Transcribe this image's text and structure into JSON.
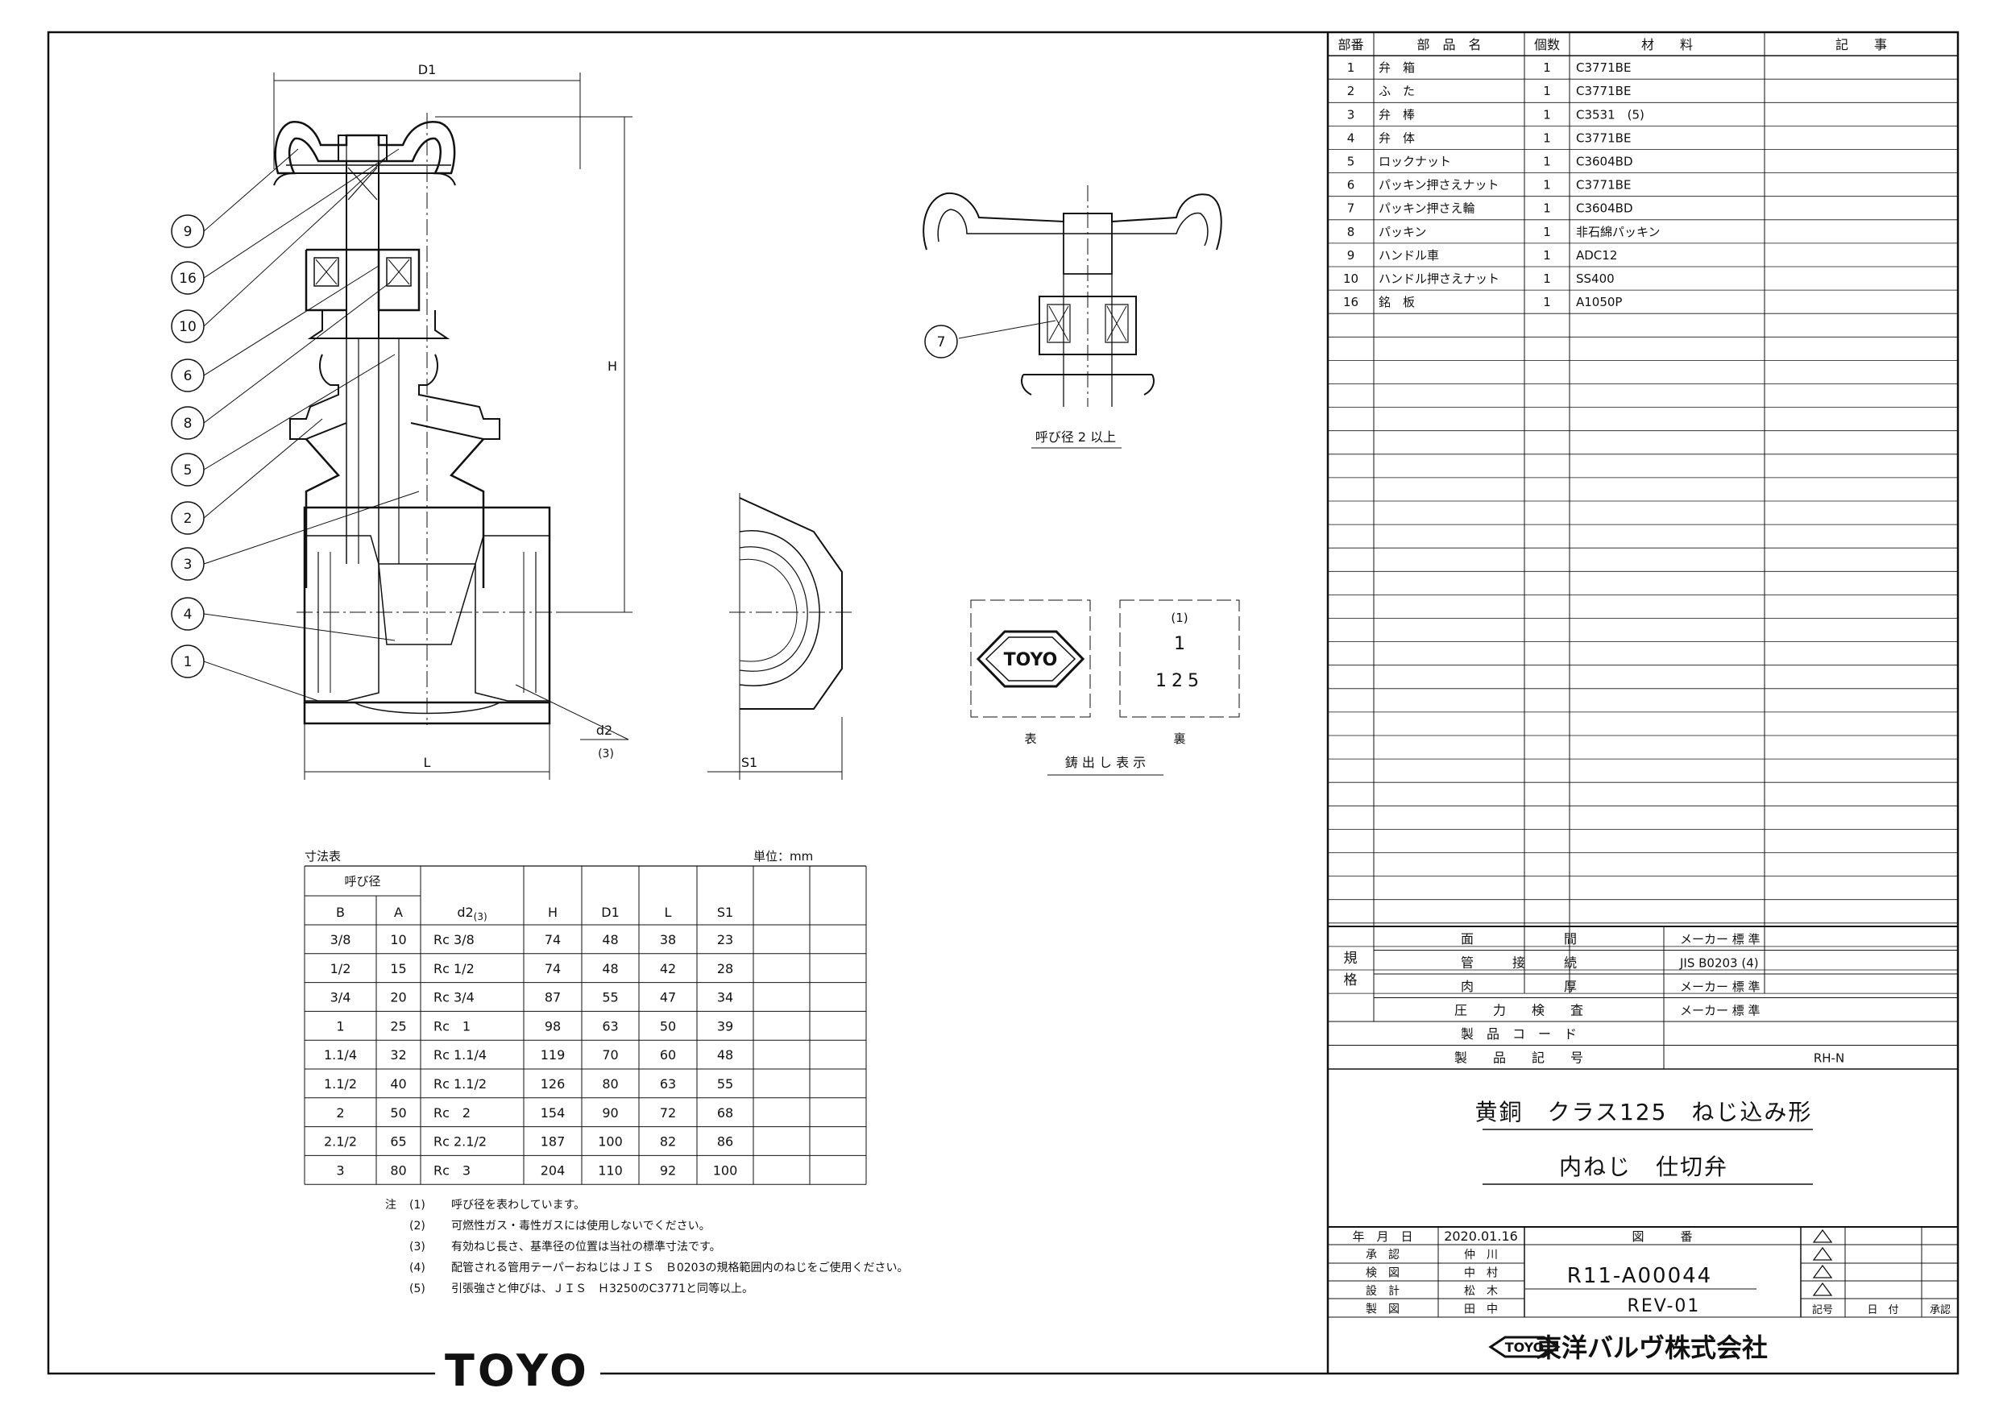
{
  "parts_table": {
    "headers": [
      "部番",
      "部　品　名",
      "個数",
      "材　　料",
      "記　　事"
    ],
    "rows": [
      {
        "no": "1",
        "name": "弁　箱",
        "qty": "1",
        "material": "C3771BE",
        "note": ""
      },
      {
        "no": "2",
        "name": "ふ　た",
        "qty": "1",
        "material": "C3771BE",
        "note": ""
      },
      {
        "no": "3",
        "name": "弁　棒",
        "qty": "1",
        "material": "C3531　(5)",
        "note": ""
      },
      {
        "no": "4",
        "name": "弁　体",
        "qty": "1",
        "material": "C3771BE",
        "note": ""
      },
      {
        "no": "5",
        "name": "ロックナット",
        "qty": "1",
        "material": "C3604BD",
        "note": ""
      },
      {
        "no": "6",
        "name": "パッキン押さえナット",
        "qty": "1",
        "material": "C3771BE",
        "note": ""
      },
      {
        "no": "7",
        "name": "パッキン押さえ輪",
        "qty": "1",
        "material": "C3604BD",
        "note": ""
      },
      {
        "no": "8",
        "name": "パッキン",
        "qty": "1",
        "material": "非石綿パッキン",
        "note": ""
      },
      {
        "no": "9",
        "name": "ハンドル車",
        "qty": "1",
        "material": "ADC12",
        "note": ""
      },
      {
        "no": "10",
        "name": "ハンドル押さえナット",
        "qty": "1",
        "material": "SS400",
        "note": ""
      },
      {
        "no": "16",
        "name": "銘　板",
        "qty": "1",
        "material": "A1050P",
        "note": ""
      }
    ]
  },
  "spec": {
    "label": "規\n格",
    "rows": [
      {
        "item": "面　　　　　　　間",
        "value": "メーカー 標 準"
      },
      {
        "item": "管　　　接　　　続",
        "value": "JIS B0203 (4)"
      },
      {
        "item": "肉　　　　　　　厚",
        "value": "メーカー 標 準"
      },
      {
        "item": "圧　　力　　検　　査",
        "value": "メーカー 標 準"
      },
      {
        "item": "製　品　コ　ー　ド",
        "value": ""
      },
      {
        "item": "製　　品　　記　　号",
        "value": "RH-N"
      }
    ]
  },
  "product": {
    "name_line1": "黄銅　クラス125　ねじ込み形",
    "name_line2": "内ねじ　仕切弁"
  },
  "title_block": {
    "date_label": "年　月　日",
    "date": "2020.01.16",
    "drawing_no_label": "図　　　番",
    "drawing_no": "R11-A00044",
    "revision": "REV-01",
    "roles": [
      {
        "role": "承　認",
        "name": "仲　川"
      },
      {
        "role": "検　図",
        "name": "中　村"
      },
      {
        "role": "設　計",
        "name": "松　木"
      },
      {
        "role": "製　図",
        "name": "田　中"
      }
    ],
    "rev_cols": [
      "記号",
      "日　付",
      "承認"
    ],
    "company": "東洋バルヴ株式会社",
    "logo": "TOYO"
  },
  "drawing": {
    "callouts": [
      "9",
      "16",
      "10",
      "6",
      "8",
      "5",
      "2",
      "3",
      "4",
      "1"
    ],
    "detail_callout": "7",
    "detail_caption": "呼び径 2 以上",
    "dims": {
      "D1": "D1",
      "H": "H",
      "L": "L",
      "S1": "S1",
      "d2": "d2",
      "d2_note": "(3)"
    },
    "cast_mark": {
      "front_logo": "TOYO",
      "back_note": "(1)",
      "back_size": "1",
      "back_class": "125",
      "front_label": "表",
      "back_label": "裏",
      "caption": "鋳 出 し 表 示"
    }
  },
  "dim_table": {
    "title": "寸法表",
    "unit": "単位：mm",
    "group_header": "呼び径",
    "headers": [
      "B",
      "A",
      "d2",
      "H",
      "D1",
      "L",
      "S1"
    ],
    "d2_sub": "(3)",
    "rows": [
      [
        "3/8",
        "10",
        "Rc 3/8",
        "74",
        "48",
        "38",
        "23"
      ],
      [
        "1/2",
        "15",
        "Rc 1/2",
        "74",
        "48",
        "42",
        "28"
      ],
      [
        "3/4",
        "20",
        "Rc 3/4",
        "87",
        "55",
        "47",
        "34"
      ],
      [
        "1",
        "25",
        "Rc　1",
        "98",
        "63",
        "50",
        "39"
      ],
      [
        "1.1/4",
        "32",
        "Rc 1.1/4",
        "119",
        "70",
        "60",
        "48"
      ],
      [
        "1.1/2",
        "40",
        "Rc 1.1/2",
        "126",
        "80",
        "63",
        "55"
      ],
      [
        "2",
        "50",
        "Rc　2",
        "154",
        "90",
        "72",
        "68"
      ],
      [
        "2.1/2",
        "65",
        "Rc 2.1/2",
        "187",
        "100",
        "82",
        "86"
      ],
      [
        "3",
        "80",
        "Rc　3",
        "204",
        "110",
        "92",
        "100"
      ]
    ]
  },
  "notes": {
    "label": "注",
    "items": [
      {
        "num": "(1)",
        "text": "呼び径を表わしています。"
      },
      {
        "num": "(2)",
        "text": "可燃性ガス・毒性ガスには使用しないでください。"
      },
      {
        "num": "(3)",
        "text": "有効ねじ長さ、基準径の位置は当社の標準寸法です。"
      },
      {
        "num": "(4)",
        "text": "配管される管用テーパーおねじはＪＩＳ　Ｂ0203の規格範囲内のねじをご使用ください。"
      },
      {
        "num": "(5)",
        "text": "引張強さと伸びは、ＪＩＳ　Ｈ3250のC3771と同等以上。"
      }
    ]
  },
  "footer_logo": "TOYO"
}
